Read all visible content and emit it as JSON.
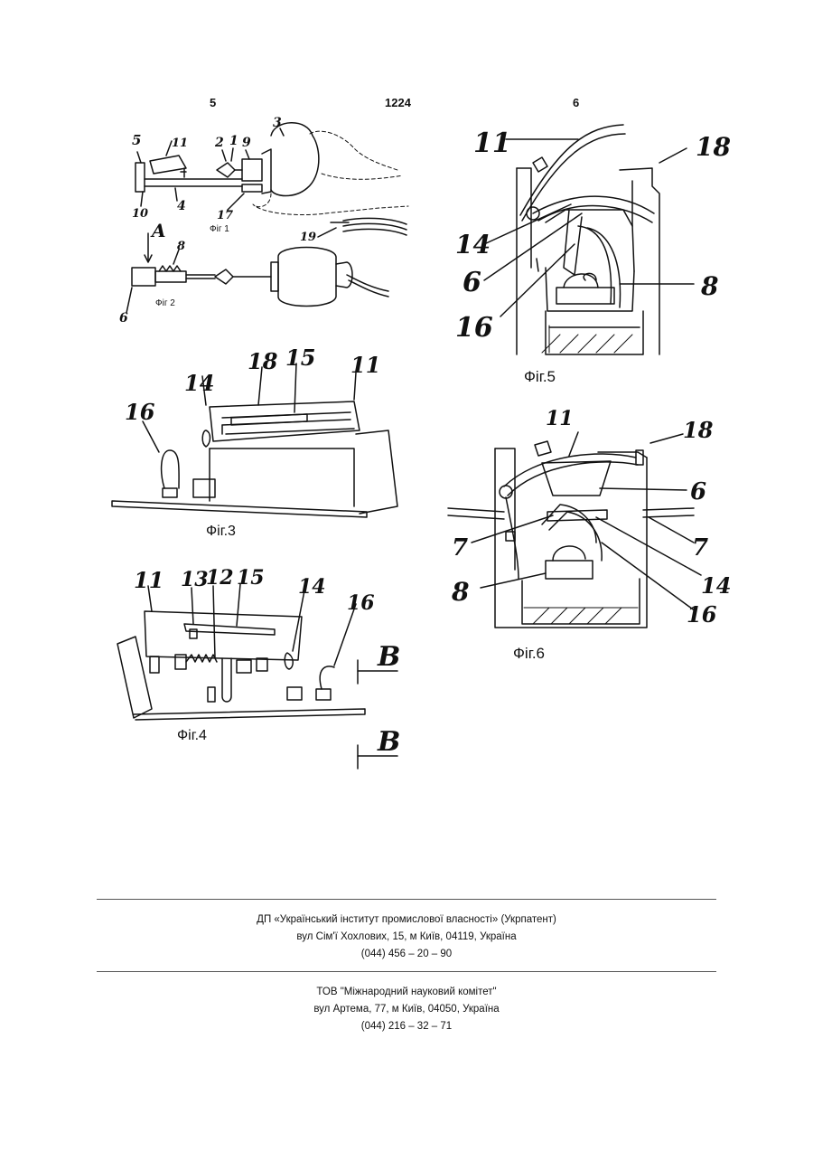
{
  "header": {
    "left_page_no": "5",
    "patent_no": "1224",
    "right_page_no": "6"
  },
  "figures": {
    "fig1": {
      "caption": "Фіг 1",
      "labels": [
        "5",
        "11",
        "2",
        "1",
        "9",
        "3",
        "10",
        "4",
        "17",
        "19"
      ]
    },
    "fig2": {
      "caption": "Фіг 2",
      "labels": [
        "A",
        "8",
        "6"
      ]
    },
    "fig3": {
      "caption": "Фіг.3",
      "labels": [
        "14",
        "18",
        "15",
        "11",
        "16"
      ]
    },
    "fig4": {
      "caption": "Фіг.4",
      "labels": [
        "11",
        "13",
        "12",
        "15",
        "14",
        "16",
        "B",
        "B"
      ]
    },
    "fig5": {
      "caption": "Фіг.5",
      "labels": [
        "11",
        "18",
        "14",
        "6",
        "8",
        "16"
      ]
    },
    "fig6": {
      "caption": "Фіг.6",
      "labels": [
        "11",
        "18",
        "6",
        "7",
        "7",
        "14",
        "8",
        "16"
      ]
    }
  },
  "footer": {
    "org1": {
      "name": "ДП «Український інститут промислової власності» (Укрпатент)",
      "address": "вул  Сім'ї Хохлових, 15, м  Київ, 04119, Україна",
      "phone": "(044) 456 – 20 –  90"
    },
    "org2": {
      "name": "ТОВ \"Міжнародний науковий комітет\"",
      "address": "вул  Артема, 77, м  Київ, 04050, Україна",
      "phone": "(044) 216 – 32 – 71"
    }
  }
}
